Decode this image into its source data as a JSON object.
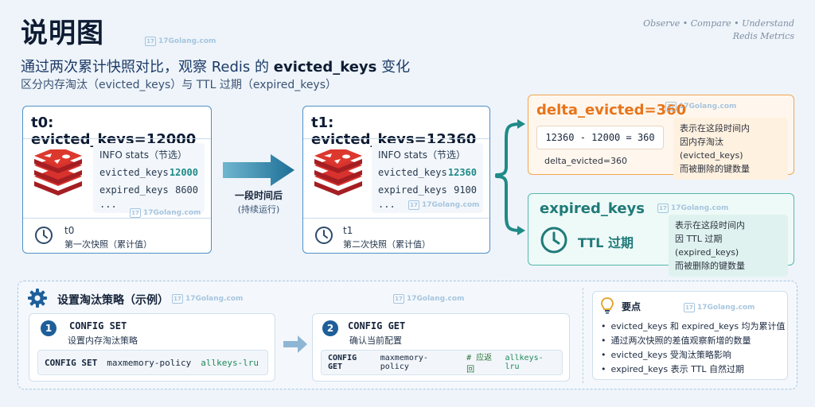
{
  "header": {
    "title": "说明图",
    "subtitle_prefix": "通过两次累计快照对比，观察 Redis 的 ",
    "subtitle_key": "evicted_keys",
    "subtitle_suffix": " 变化",
    "subtitle2": "区分内存淘汰（evicted_keys）与 TTL 过期（expired_keys）",
    "tagline_line1": "Observe  •  Compare  •  Understand",
    "tagline_line2": "Redis Metrics"
  },
  "watermark": "17Golang.com",
  "t0": {
    "heading": "t0: evicted_keys=12000",
    "info_title": "INFO stats（节选）",
    "row1_key": "evicted_keys",
    "row1_val": "12000",
    "row2_key": "expired_keys",
    "row2_val": "8600",
    "ellipsis": "...",
    "foot_title": "t0",
    "foot_sub": "第一次快照（累计值）"
  },
  "arrow": {
    "label": "一段时间后",
    "sublabel": "(持续运行)"
  },
  "t1": {
    "heading": "t1: evicted_keys=12360",
    "info_title": "INFO stats（节选）",
    "row1_key": "evicted_keys",
    "row1_val": "12360",
    "row2_key": "expired_keys",
    "row2_val": "9100",
    "ellipsis": "...",
    "foot_title": "t1",
    "foot_sub": "第二次快照（累计值）"
  },
  "delta": {
    "heading": "delta_evicted=360",
    "formula": "12360 - 12000 = 360",
    "result": "delta_evicted=360",
    "desc1": "表示在这段时间内",
    "desc2": "因内存淘汰 (evicted_keys)",
    "desc3": "而被删除的键数量"
  },
  "expired": {
    "heading": "expired_keys",
    "ttl_label": "TTL 过期",
    "desc1": "表示在这段时间内",
    "desc2": "因 TTL 过期 (expired_keys)",
    "desc3": "而被删除的键数量"
  },
  "policy": {
    "title": "设置淘汰策略（示例）",
    "step1_num": "1",
    "step1_title": "CONFIG SET",
    "step1_desc": "设置内存淘汰策略",
    "step1_cmd": "CONFIG SET",
    "step1_arg": "maxmemory-policy",
    "step1_val": "allkeys-lru",
    "step2_num": "2",
    "step2_title": "CONFIG GET",
    "step2_desc": "确认当前配置",
    "step2_cmd": "CONFIG GET",
    "step2_arg": "maxmemory-policy",
    "step2_comment": "# 应返回",
    "step2_val": "allkeys-lru"
  },
  "tips": {
    "title": "要点",
    "items": [
      "evicted_keys 和 expired_keys 均为累计值",
      "通过两次快照的差值观察新增的数量",
      "evicted_keys 受淘汰策略影响",
      "expired_keys 表示 TTL 自然过期"
    ]
  },
  "colors": {
    "accent_blue": "#4f90c6",
    "accent_teal": "#1f8a87",
    "accent_orange": "#e8741a",
    "redis_red": "#d8322e"
  }
}
